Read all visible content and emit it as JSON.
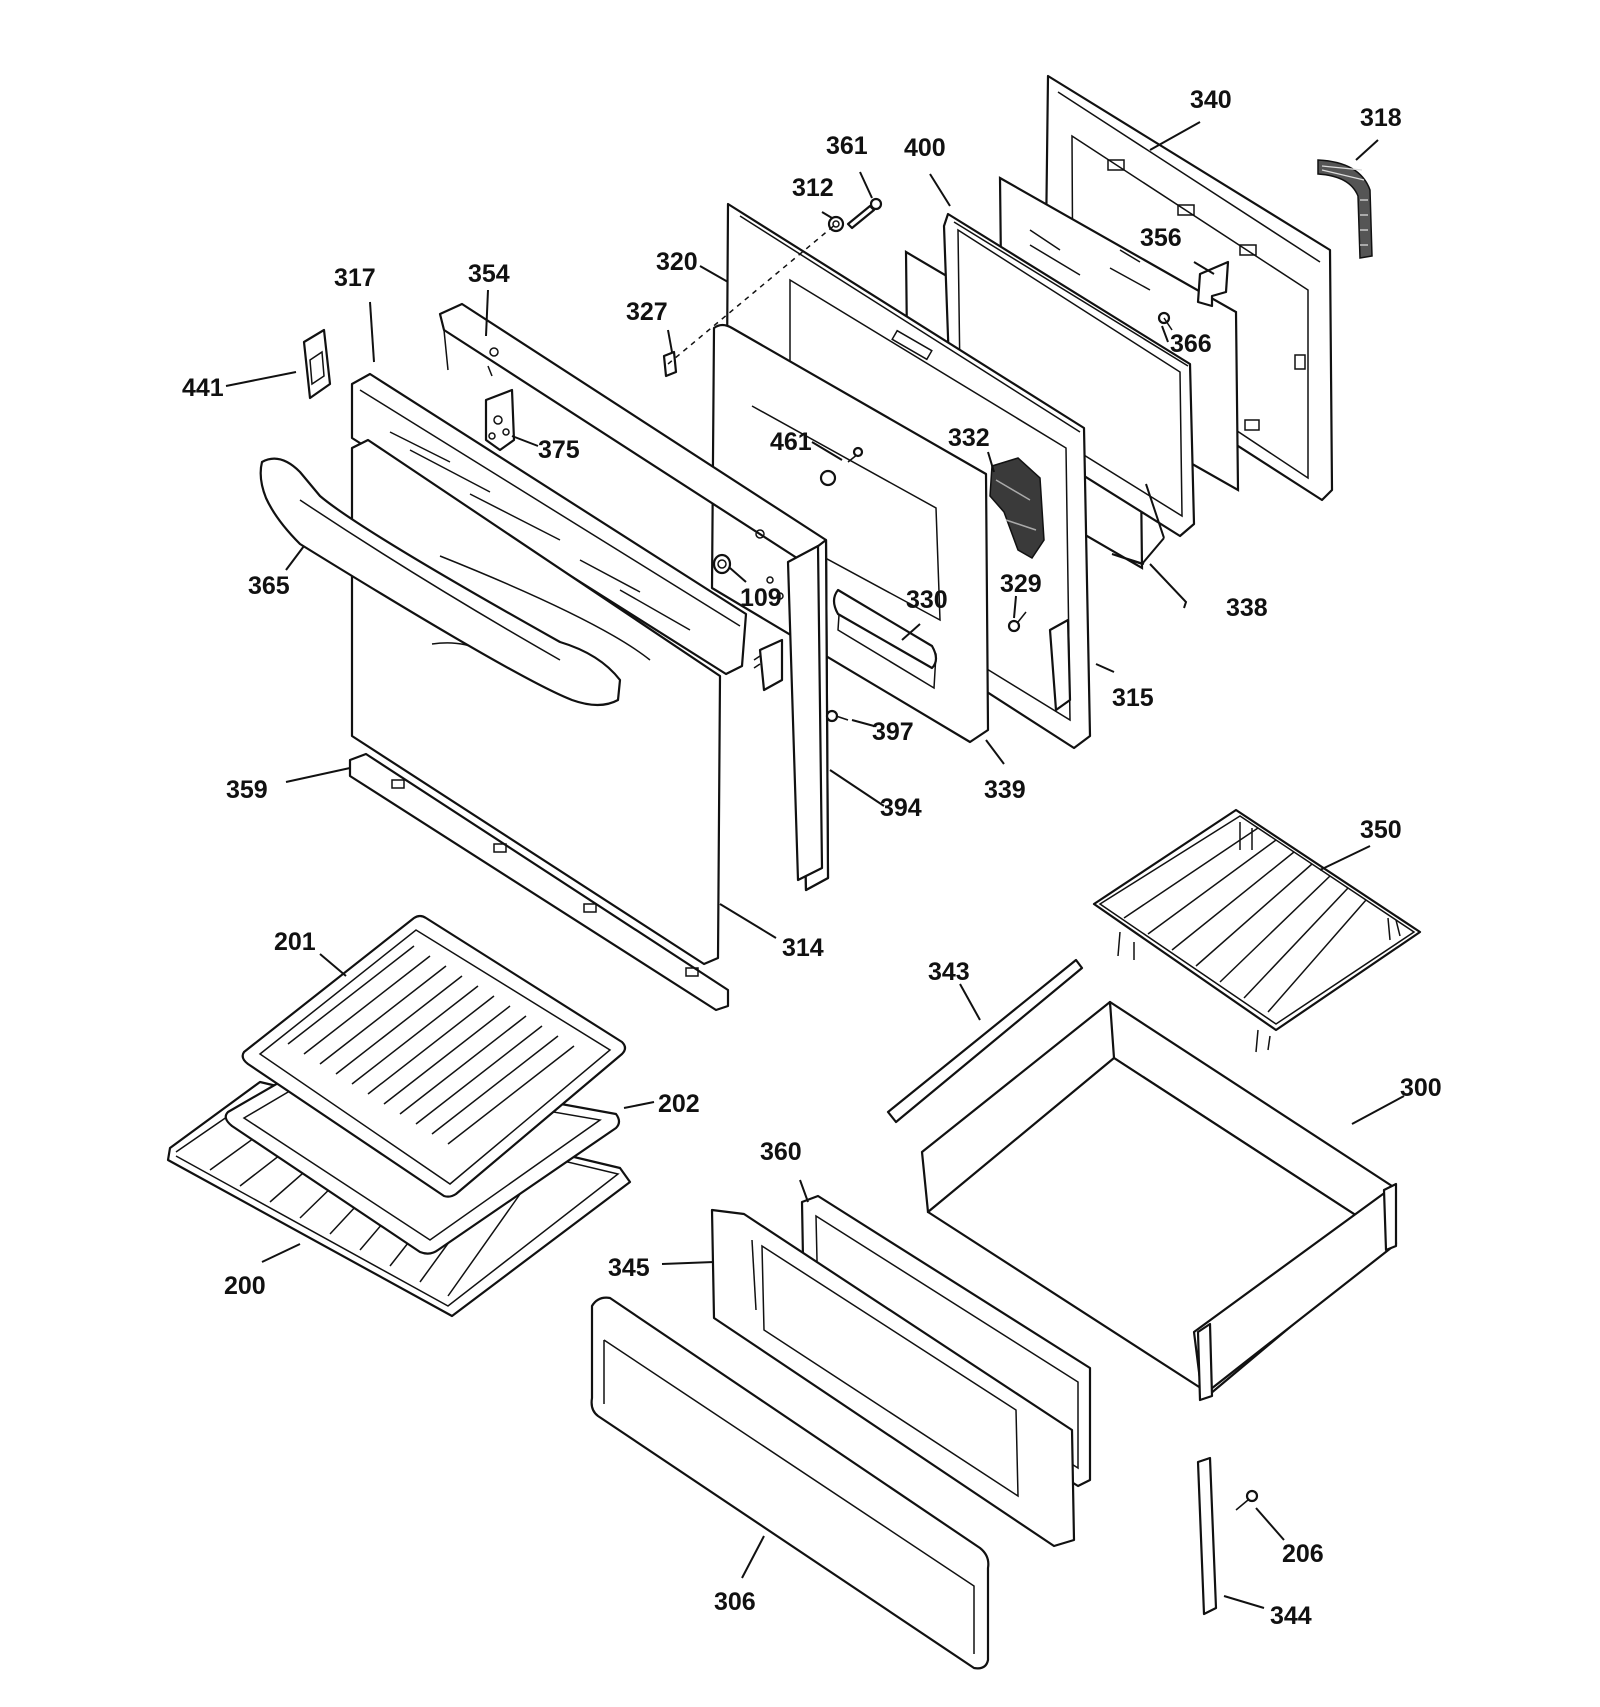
{
  "callouts": {
    "c340": "340",
    "c318": "318",
    "c361": "361",
    "c400": "400",
    "c312": "312",
    "c356": "356",
    "c320": "320",
    "c354": "354",
    "c317": "317",
    "c327": "327",
    "c366": "366",
    "c441": "441",
    "c375": "375",
    "c461": "461",
    "c332": "332",
    "c365": "365",
    "c109": "109",
    "c329": "329",
    "c330": "330",
    "c338": "338",
    "c315": "315",
    "c397": "397",
    "c339": "339",
    "c359": "359",
    "c394": "394",
    "c350": "350",
    "c314": "314",
    "c201": "201",
    "c343": "343",
    "c300": "300",
    "c202": "202",
    "c360": "360",
    "c345": "345",
    "c200": "200",
    "c206": "206",
    "c306": "306",
    "c344": "344"
  }
}
